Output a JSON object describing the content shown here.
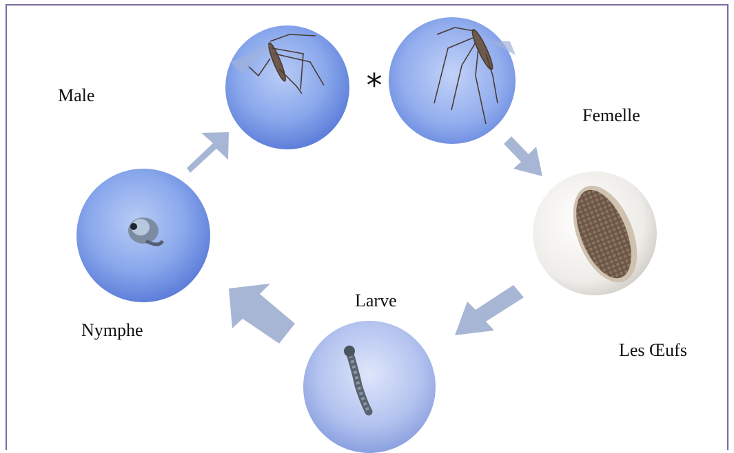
{
  "labels": {
    "male": "Male",
    "femelle": "Femelle",
    "oeufs": "Les Œufs",
    "larve": "Larve",
    "nymphe": "Nymphe",
    "cross_symbol": "*"
  },
  "colors": {
    "frame": "#7b6aa0",
    "arrow": "#a7b6d4",
    "photo_blue": "#6f93e6",
    "egg_bg": "#f2f1ef",
    "egg_body": "#5a4a3f"
  }
}
